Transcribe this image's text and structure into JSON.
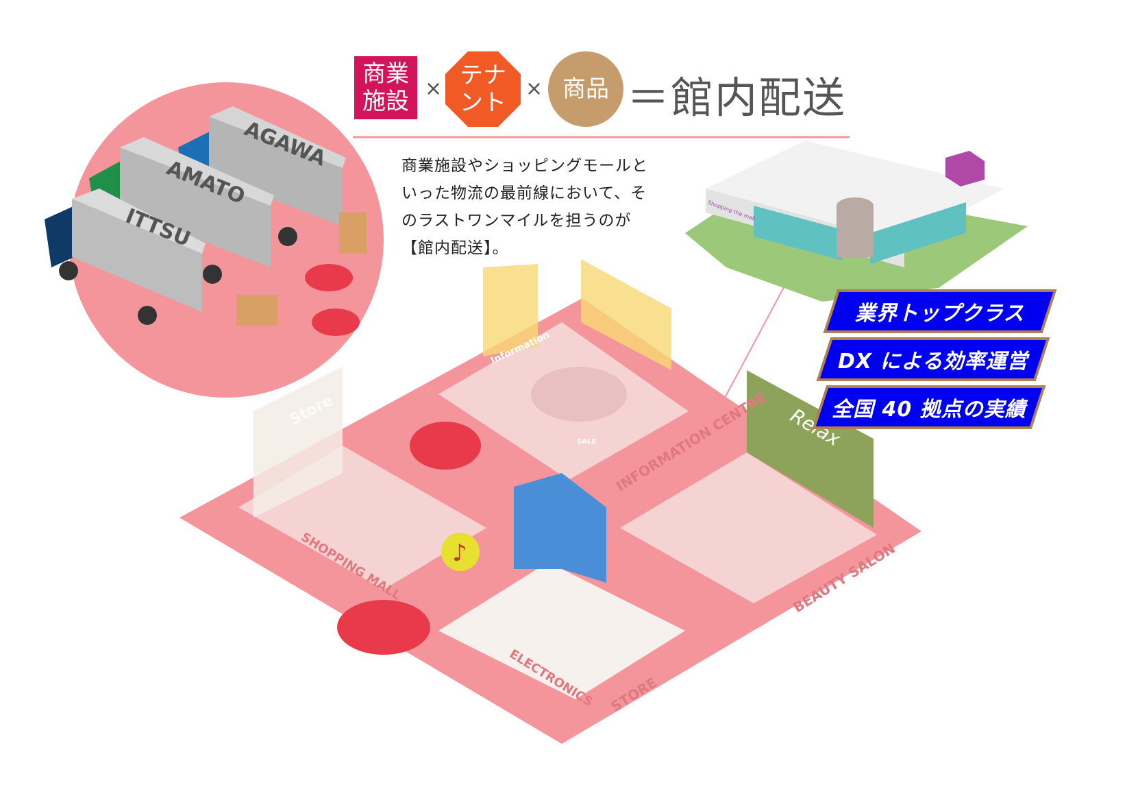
{
  "header": {
    "block1": "商業施設",
    "block1_line1": "商業",
    "block1_line2": "施設",
    "times1": "×",
    "block2_line1": "テナ",
    "block2_line2": "ント",
    "times2": "×",
    "block3": "商品",
    "equation": "＝館内配送"
  },
  "description": {
    "lines": [
      "商業施設やショッピングモールと",
      "いった物流の最前線において、そ",
      "のラストワンマイルを担うのが",
      "【館内配送】。"
    ]
  },
  "badges": [
    "業界トップクラス",
    "DX による効率運営",
    "全国 40 拠点の実績"
  ],
  "trucks": [
    "AGAWA",
    "AMATO",
    "ITTSU"
  ],
  "zones": {
    "information_centre": "INFORMATION CENTRE",
    "shopping_mall": "SHOPPING MALL",
    "electronics": "ELECTRONICS",
    "store": "STORE",
    "beauty_salon": "BEAUTY SALON",
    "store_sign": "Store",
    "relax_sign": "Relax",
    "information_sign": "Information",
    "sale_sign": "SALE",
    "mall_logo": "Shopping the mall"
  },
  "colors": {
    "block1": "#d4145a",
    "block2": "#f15a24",
    "block3": "#c69c6d",
    "pink": "#f4959b",
    "badge": "#0000f0",
    "badge_border": "#b08050"
  }
}
